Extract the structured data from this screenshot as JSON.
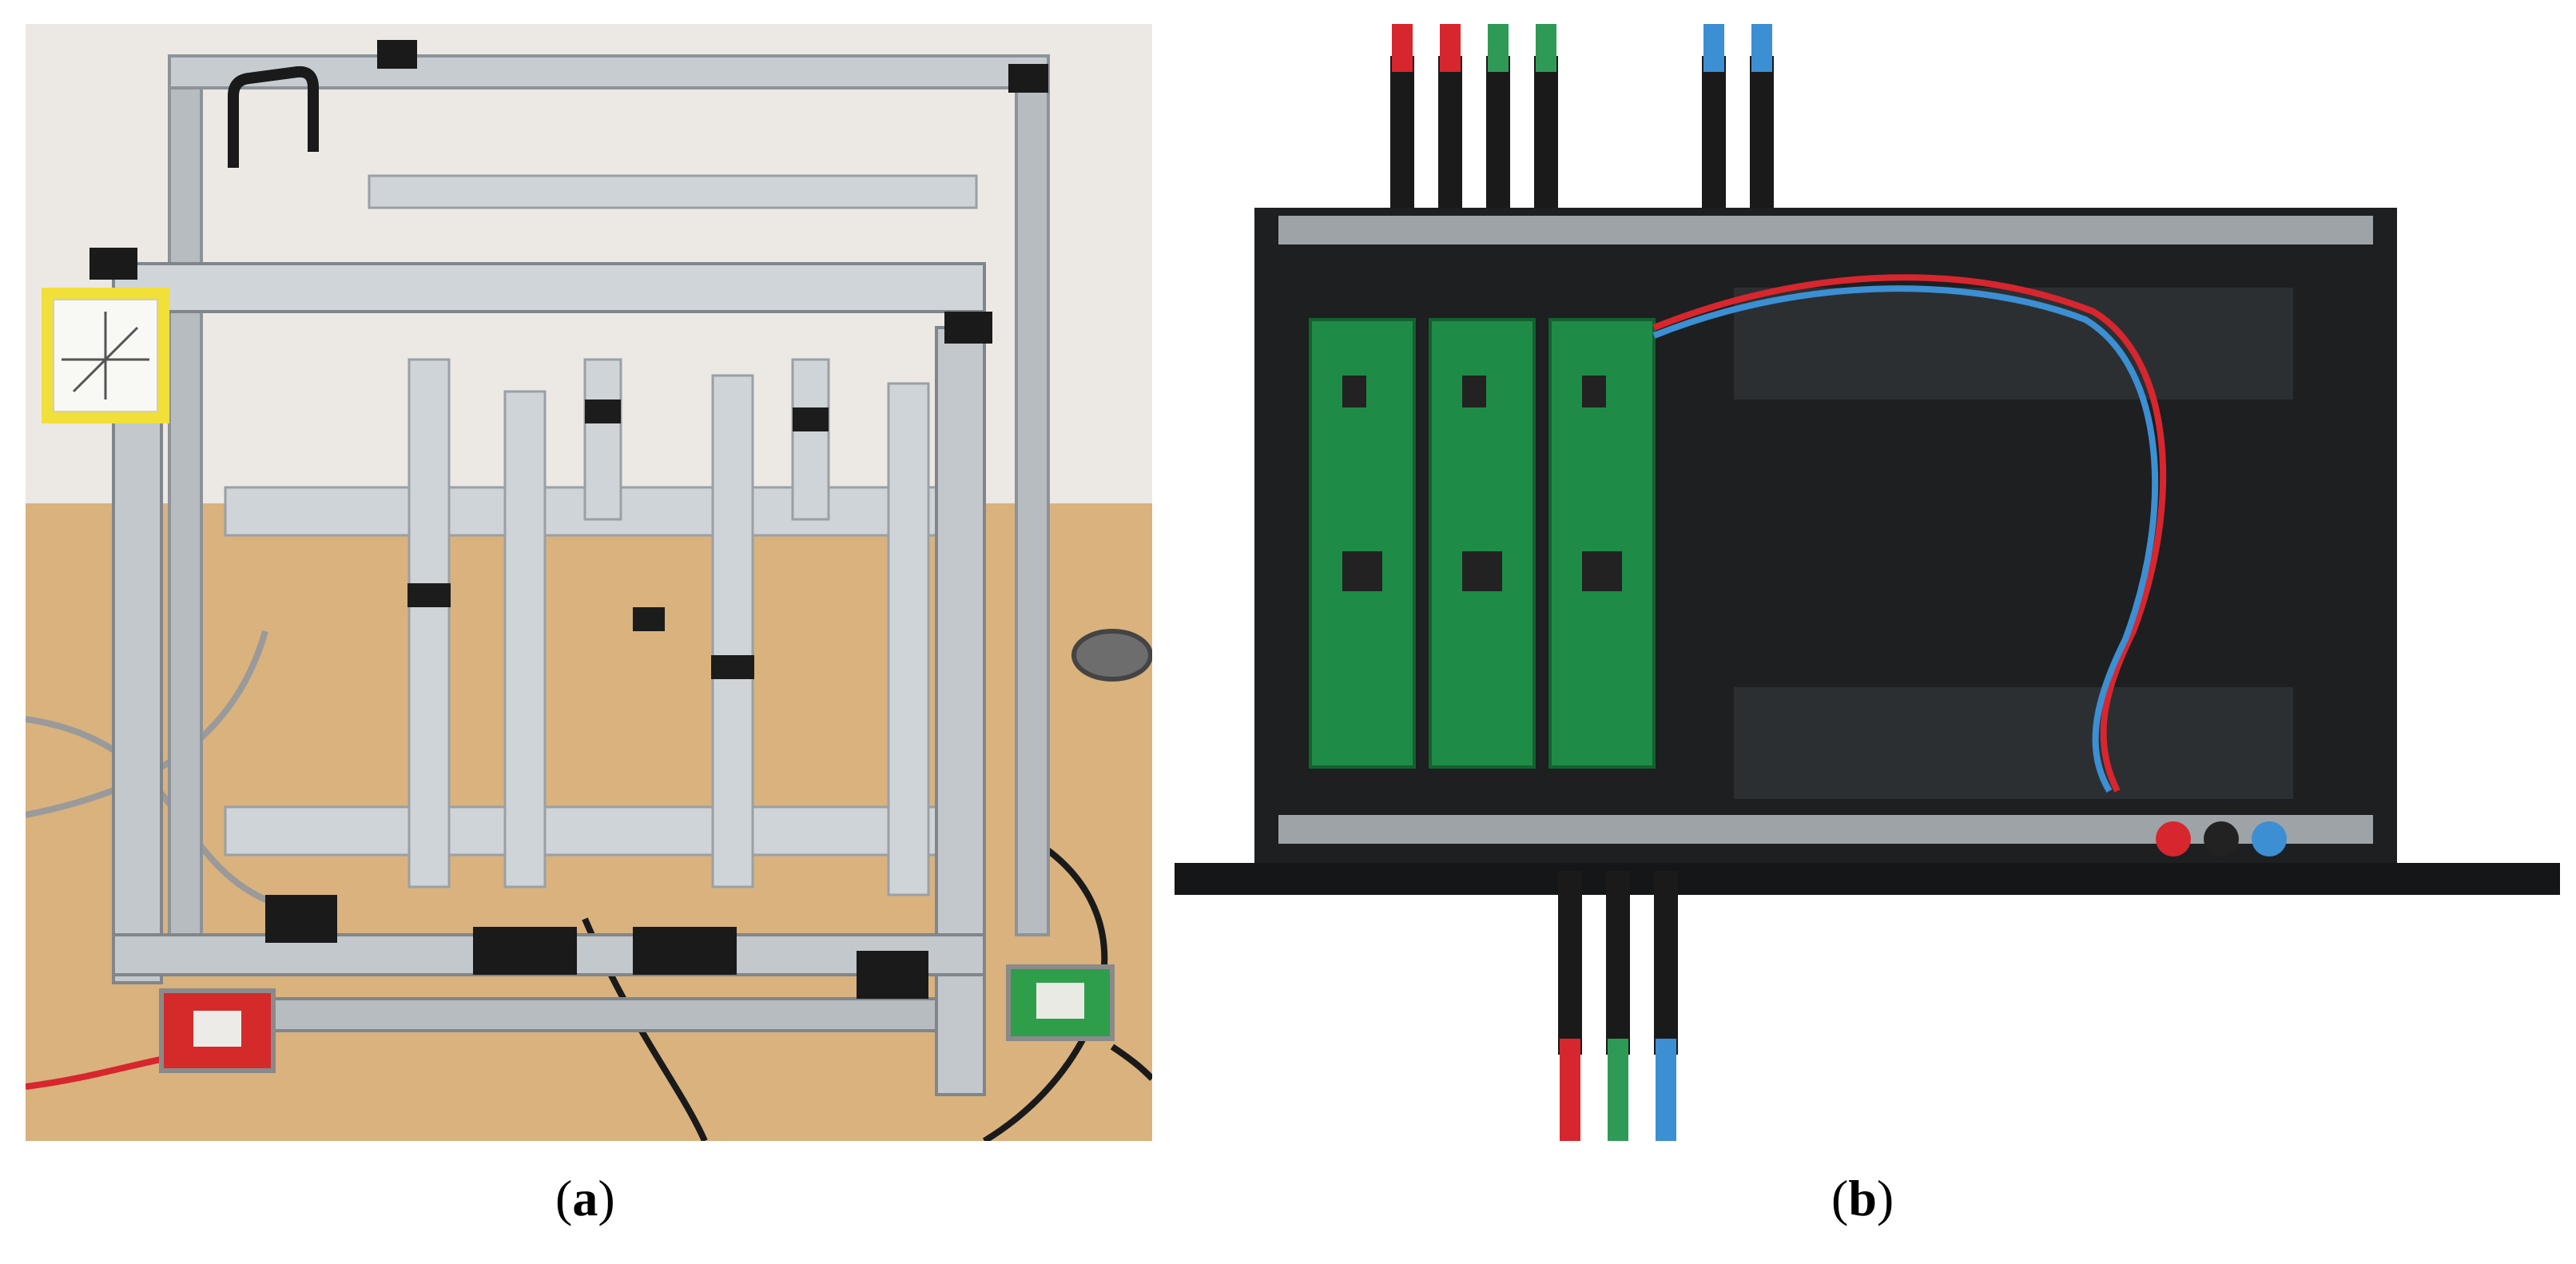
{
  "figure": {
    "panels": [
      {
        "id": "a",
        "caption_open": "(",
        "caption_letter": "a",
        "caption_close": ")",
        "subject": "aluminium-frame-coil-rig-photo"
      },
      {
        "id": "b",
        "caption_open": "(",
        "caption_letter": "b",
        "caption_close": ")",
        "subject": "rack-enclosure-with-three-green-circuit-boards-photo"
      }
    ]
  },
  "colors": {
    "wall": "#ece9e4",
    "desk": "#d9b27e",
    "aluminium": "#bfc4c8",
    "aluminium_dark": "#8d9398",
    "enclosure": "#1d1f21",
    "pcb_green": "#1e8c46",
    "cable_black": "#1a1a1a",
    "cable_red": "#d7262e",
    "cable_green": "#2f9a56",
    "cable_blue": "#3c8fd2",
    "tape_yellow": "#f1df3a",
    "box_red": "#d42a2a",
    "box_green": "#2f9e4b"
  }
}
